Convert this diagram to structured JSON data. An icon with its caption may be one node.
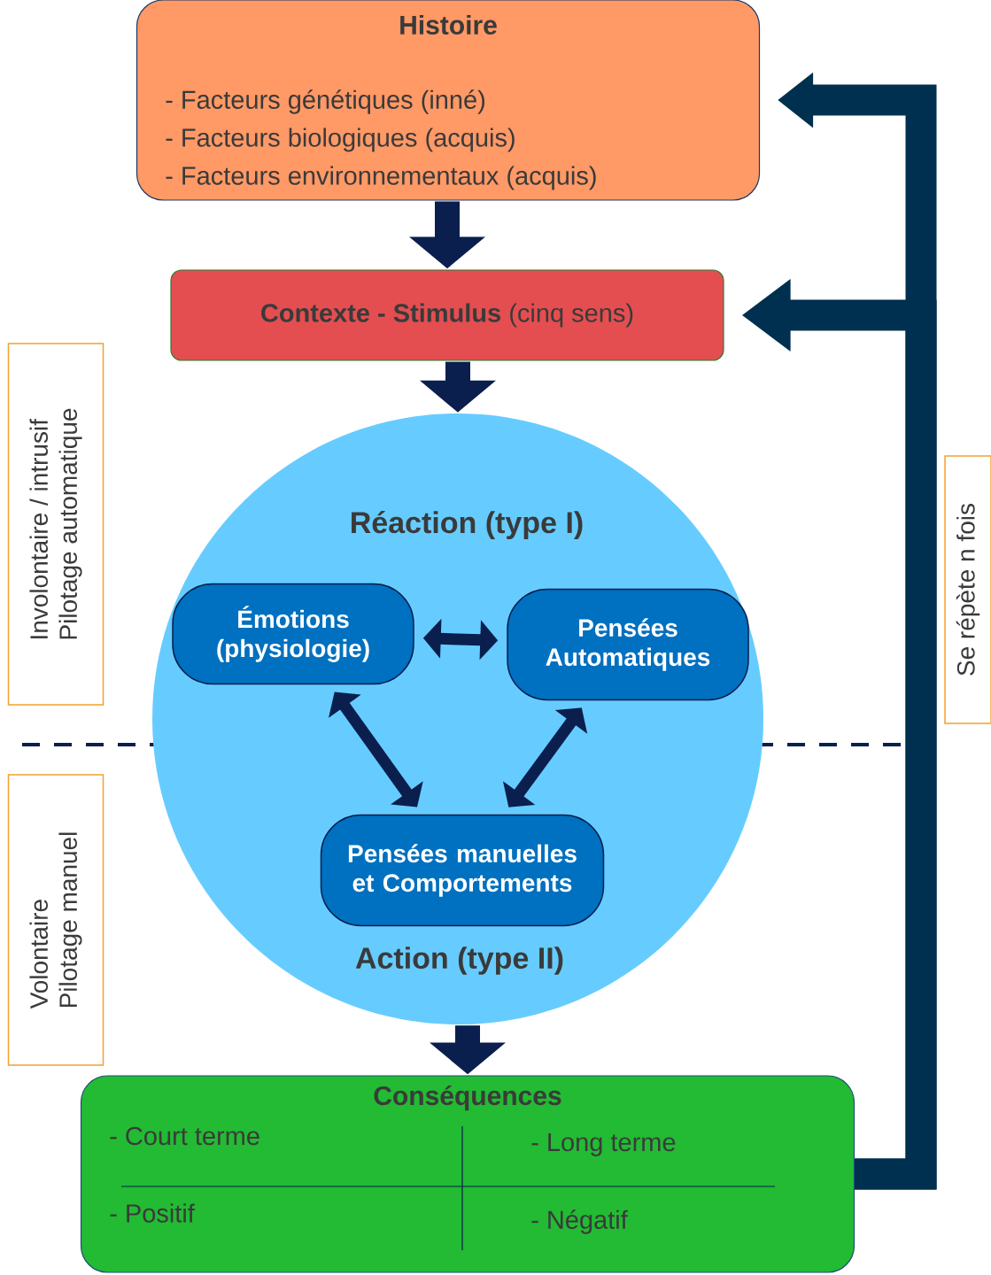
{
  "diagram": {
    "nodes": [
      {
        "text": [
          "Histoire",
          "- Facteurs génétiques (inné)",
          "- Facteurs biologiques (acquis)",
          "- Facteurs environnementaux (acquis)"
        ]
      },
      {
        "text": [
          "**Contexte - Stimulus** (cinq sens)"
        ]
      },
      {
        "text": [
          "Réaction (type I)",
          "Action (type II)"
        ]
      },
      {
        "text": [
          "Émotions (physiologie)"
        ],
        "in": 2
      },
      {
        "text": [
          "Pensées Automatiques"
        ],
        "in": 2
      },
      {
        "text": [
          "Pensées manuelles et Comportements"
        ],
        "in": 2
      },
      {
        "text": [
          "Conséquences",
          "- Court terme",
          "- Long terme",
          "- Positif",
          "- Négatif"
        ]
      },
      {
        "text": [
          "Involontaire / intrusif",
          "Pilotage automatique"
        ]
      },
      {
        "text": [
          "Volontaire",
          "Pilotage manuel"
        ]
      },
      {
        "text": [
          "Se répète n fois"
        ]
      }
    ],
    "edges": [
      {
        "from": 0,
        "to": 1,
        "arrow": "to"
      },
      {
        "from": 1,
        "to": 2,
        "arrow": "to"
      },
      {
        "from": 2,
        "to": 6,
        "arrow": "to"
      },
      {
        "from": 3,
        "to": 4,
        "arrow": "both"
      },
      {
        "from": 3,
        "to": 5,
        "arrow": "both"
      },
      {
        "from": 4,
        "to": 5,
        "arrow": "both"
      },
      {
        "from": 6,
        "to": 0,
        "arrow": "to",
        "color": "#00304f"
      },
      {
        "from": 6,
        "to": 1,
        "arrow": "to",
        "color": "#00304f"
      }
    ]
  }
}
